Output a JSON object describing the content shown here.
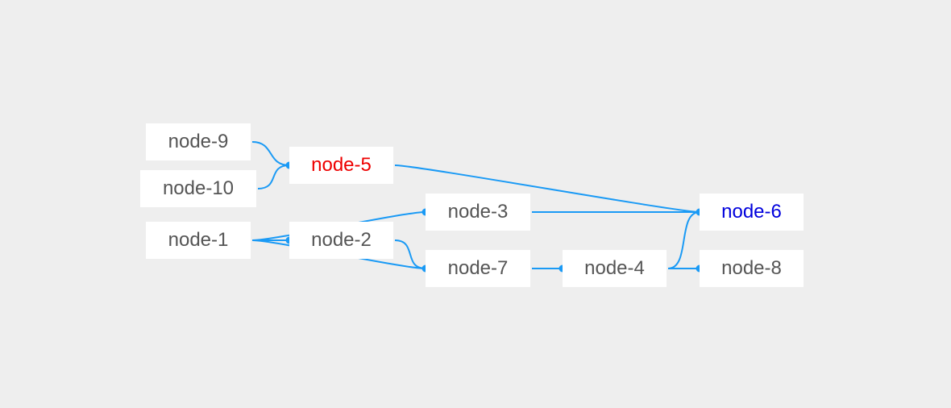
{
  "colors": {
    "background": "#eeeeee",
    "node_background": "#ffffff",
    "node_text": "#555555",
    "edge": "#1a9af5",
    "highlight_red": "#ee0000",
    "highlight_blue": "#0000dd"
  },
  "nodes": [
    {
      "id": "n9",
      "label": "node-9"
    },
    {
      "id": "n10",
      "label": "node-10"
    },
    {
      "id": "n5",
      "label": "node-5",
      "color": "#ee0000"
    },
    {
      "id": "n1",
      "label": "node-1"
    },
    {
      "id": "n3",
      "label": "node-3"
    },
    {
      "id": "n2",
      "label": "node-2"
    },
    {
      "id": "n7",
      "label": "node-7"
    },
    {
      "id": "n4",
      "label": "node-4"
    },
    {
      "id": "n6",
      "label": "node-6",
      "color": "#0000dd"
    },
    {
      "id": "n8",
      "label": "node-8"
    }
  ],
  "edges": [
    {
      "from": "n9",
      "to": "n5"
    },
    {
      "from": "n10",
      "to": "n5"
    },
    {
      "from": "n5",
      "to": "n6"
    },
    {
      "from": "n1",
      "to": "n3"
    },
    {
      "from": "n1",
      "to": "n2"
    },
    {
      "from": "n1",
      "to": "n7"
    },
    {
      "from": "n3",
      "to": "n6"
    },
    {
      "from": "n2",
      "to": "n7"
    },
    {
      "from": "n7",
      "to": "n4"
    },
    {
      "from": "n4",
      "to": "n6"
    },
    {
      "from": "n4",
      "to": "n8"
    }
  ]
}
